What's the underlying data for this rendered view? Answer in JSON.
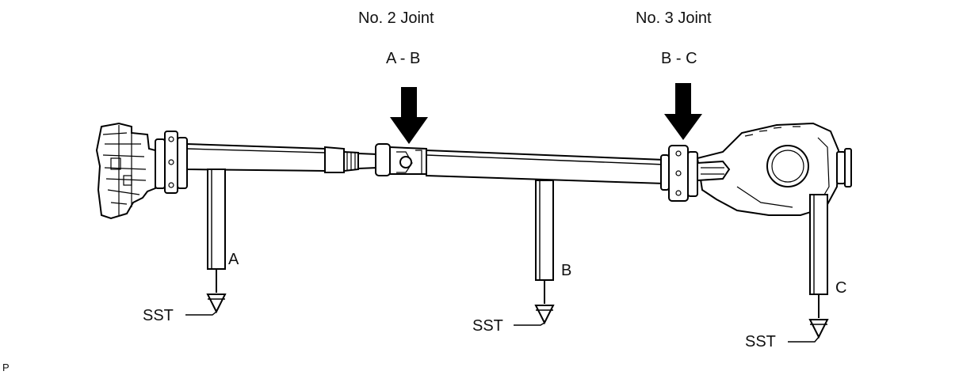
{
  "joints": [
    {
      "name": "No. 2 Joint",
      "range": "A - B"
    },
    {
      "name": "No. 3 Joint",
      "range": "B - C"
    }
  ],
  "gauges": [
    {
      "letter": "A",
      "tool": "SST"
    },
    {
      "letter": "B",
      "tool": "SST"
    },
    {
      "letter": "C",
      "tool": "SST"
    }
  ],
  "corner_mark": "P",
  "colors": {
    "line": "#000000",
    "background": "#ffffff"
  },
  "icons": [
    "down-arrow-icon",
    "down-arrow-icon",
    "dial-gauge-tip-icon"
  ]
}
